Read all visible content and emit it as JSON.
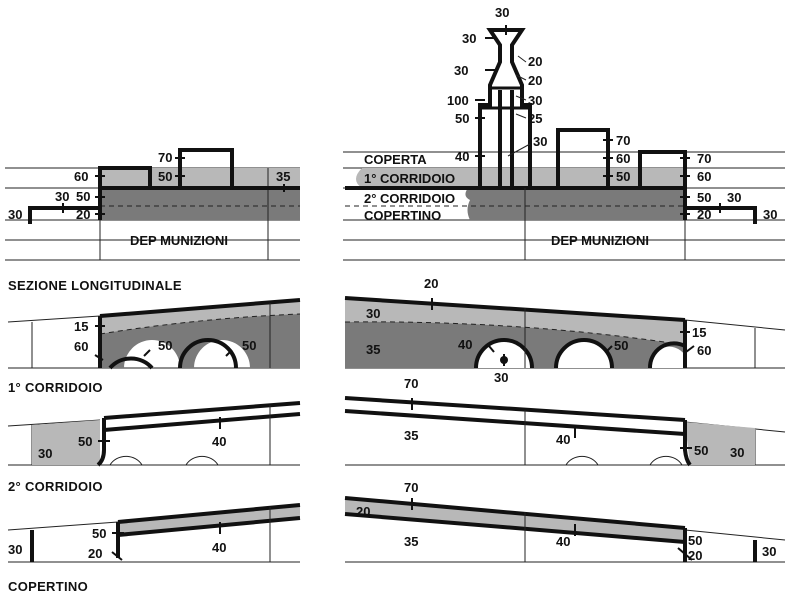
{
  "labels": {
    "coperta": "COPERTA",
    "corridoio1": "1° CORRIDOIO",
    "corridoio2": "2° CORRIDOIO",
    "copertino": "COPERTINO",
    "dep_munizioni_left": "DEP MUNIZIONI",
    "dep_munizioni_right": "DEP MUNIZIONI"
  },
  "section_titles": {
    "longitudinale": "SEZIONE   LONGITUDINALE",
    "corridoio1": "1° CORRIDOIO",
    "corridoio2": "2° CORRIDOIO",
    "copertino": "COPERTINO"
  },
  "dims": {
    "top_30": "30",
    "top_30b": "30",
    "top_20": "20",
    "top_30c": "30",
    "top_20b": "20",
    "top_100": "100",
    "top_30d": "30",
    "top_50": "50",
    "top_25": "25",
    "top_40": "40",
    "top_30e": "30",
    "rt_70": "70",
    "rt_60": "60",
    "rt_50": "50",
    "rt_70b": "70",
    "rt_60b": "60",
    "rt_50b": "50",
    "rt_30": "30",
    "rt_20": "20",
    "rt_30b": "30",
    "lt_60": "60",
    "lt_30": "30",
    "lt_50": "50",
    "lt_20": "20",
    "lt_30b": "30",
    "lt_70": "70",
    "lt_50b": "50",
    "lt_35": "35",
    "s1_15": "15",
    "s1_60": "60",
    "s1_50a": "50",
    "s1_50b": "50",
    "s1r_20": "20",
    "s1r_30": "30",
    "s1r_35": "35",
    "s1r_40": "40",
    "s1r_30b": "30",
    "s1r_50": "50",
    "s1r_15": "15",
    "s1r_60": "60",
    "s2_50": "50",
    "s2_30": "30",
    "s2_40": "40",
    "s2r_70": "70",
    "s2r_35": "35",
    "s2r_40": "40",
    "s2r_50": "50",
    "s2r_30": "30",
    "s3_50": "50",
    "s3_30": "30",
    "s3_20": "20",
    "s3_40": "40",
    "s3r_70": "70",
    "s3r_20": "20",
    "s3r_35": "35",
    "s3r_40": "40",
    "s3r_50": "50",
    "s3r_20b": "20",
    "s3r_30": "30"
  },
  "colors": {
    "light_fill": "#b8b8b8",
    "dark_fill": "#7a7a7a",
    "mid_fill": "#a8a8a8",
    "line": "#111111"
  }
}
